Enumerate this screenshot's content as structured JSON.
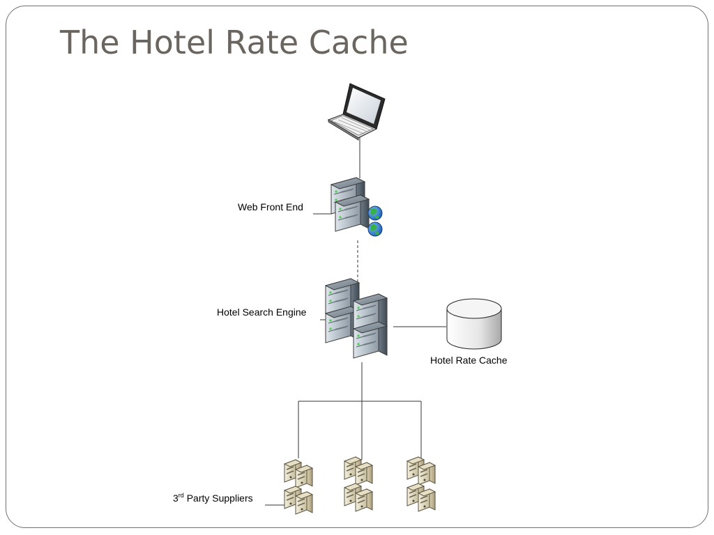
{
  "title": "The Hotel Rate Cache",
  "diagram": {
    "web_front_end": "Web Front End",
    "hotel_search_engine": "Hotel Search Engine",
    "hotel_rate_cache": "Hotel Rate Cache",
    "suppliers": {
      "prefix": "3",
      "superscript": "rd",
      "suffix": " Party Suppliers"
    }
  },
  "icons": {
    "client": "laptop-icon",
    "web": "web-server-icon",
    "search": "server-cluster-icon",
    "cache": "database-icon",
    "supplier": "supplier-server-icon"
  }
}
